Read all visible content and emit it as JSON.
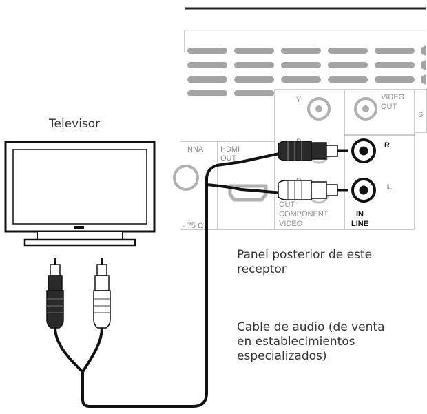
{
  "tv": {
    "label": "Televisor"
  },
  "receiver": {
    "caption_lines": [
      "Panel posterior de este",
      "receptor"
    ],
    "labels": {
      "y": "Y",
      "pb": "P",
      "pr": "P",
      "video_out_1": "VIDEO",
      "video_out_2": "OUT",
      "side_char": "S",
      "antenna": "NNA",
      "hdmi_1": "HDMI",
      "hdmi_2": "OUT",
      "r": "R",
      "l": "L",
      "in": "IN",
      "line": "LINE",
      "out": "OUT",
      "component": "COMPONENT",
      "video": "VIDEO",
      "ohm": "- 75 Ω"
    }
  },
  "cable": {
    "caption_lines": [
      "Cable de audio (de venta",
      "en establecimientos",
      "especializados)"
    ]
  },
  "colors": {
    "line": "#111111",
    "panel_gray": "#a3a3a3",
    "panel_border": "#9a9a9a",
    "plug_dark": "#2a2a2a",
    "plug_light": "#ffffff"
  }
}
